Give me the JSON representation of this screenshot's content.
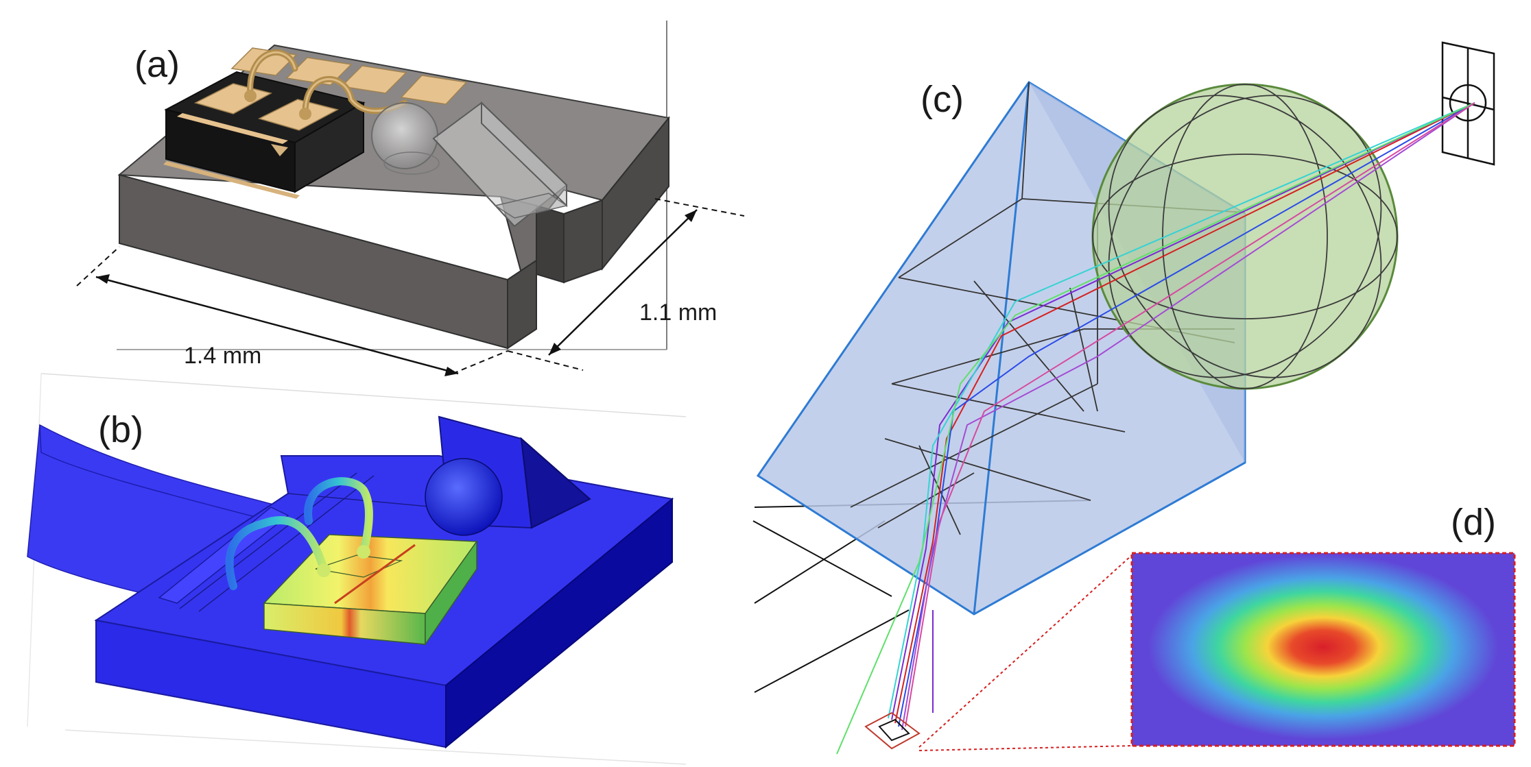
{
  "panels": {
    "a": {
      "label": "(a)",
      "dim_length": "1.4 mm",
      "dim_width": "1.1 mm"
    },
    "b": {
      "label": "(b)"
    },
    "c": {
      "label": "(c)"
    },
    "d": {
      "label": "(d)"
    }
  },
  "colors": {
    "package": "#8a8786",
    "package_side": "#5e5b5a",
    "gold_pad": "#e6c28f",
    "laser_chip": "#1e1e1e",
    "fem_blue": "#3a3af2",
    "prism_blue": "#b8c8e8",
    "lens_green": "#b5d39c",
    "beam_red": "#d61f1f"
  }
}
